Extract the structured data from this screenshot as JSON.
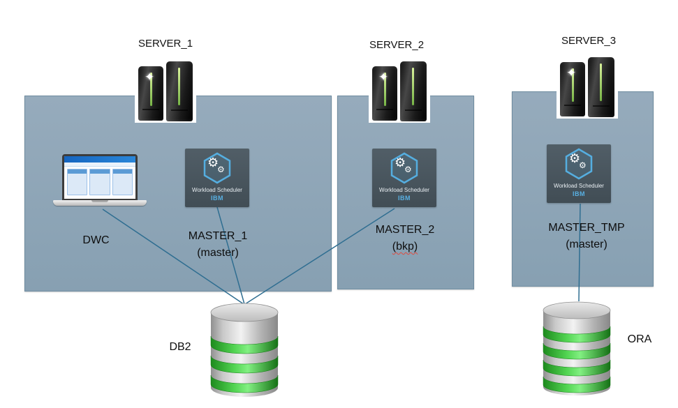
{
  "servers": [
    {
      "label": "SERVER_1"
    },
    {
      "label": "SERVER_2"
    },
    {
      "label": "SERVER_3"
    }
  ],
  "scheduler_tile": {
    "product": "Workload Scheduler",
    "brand": "IBM"
  },
  "nodes": {
    "dwc": {
      "label": "DWC"
    },
    "master1": {
      "label": "MASTER_1",
      "role": "(master)"
    },
    "master2": {
      "label": "MASTER_2",
      "role": "(bkp)"
    },
    "master_tmp": {
      "label": "MASTER_TMP",
      "role": "(master)"
    },
    "db2": {
      "label": "DB2"
    },
    "ora": {
      "label": "ORA"
    }
  },
  "connections": [
    {
      "from": "DWC",
      "to": "DB2"
    },
    {
      "from": "MASTER_1",
      "to": "DB2"
    },
    {
      "from": "MASTER_2",
      "to": "DB2"
    },
    {
      "from": "MASTER_TMP",
      "to": "ORA"
    }
  ],
  "icons": {
    "gear": "⚙",
    "sparkle": "✦"
  },
  "colors": {
    "box_fill": "#8DA3B5",
    "box_border": "#6F8CA0",
    "connector": "#2F6E91",
    "tile_bg": "#49565F",
    "accent_blue": "#55AEE0",
    "db_green": "#3DCB3D"
  }
}
